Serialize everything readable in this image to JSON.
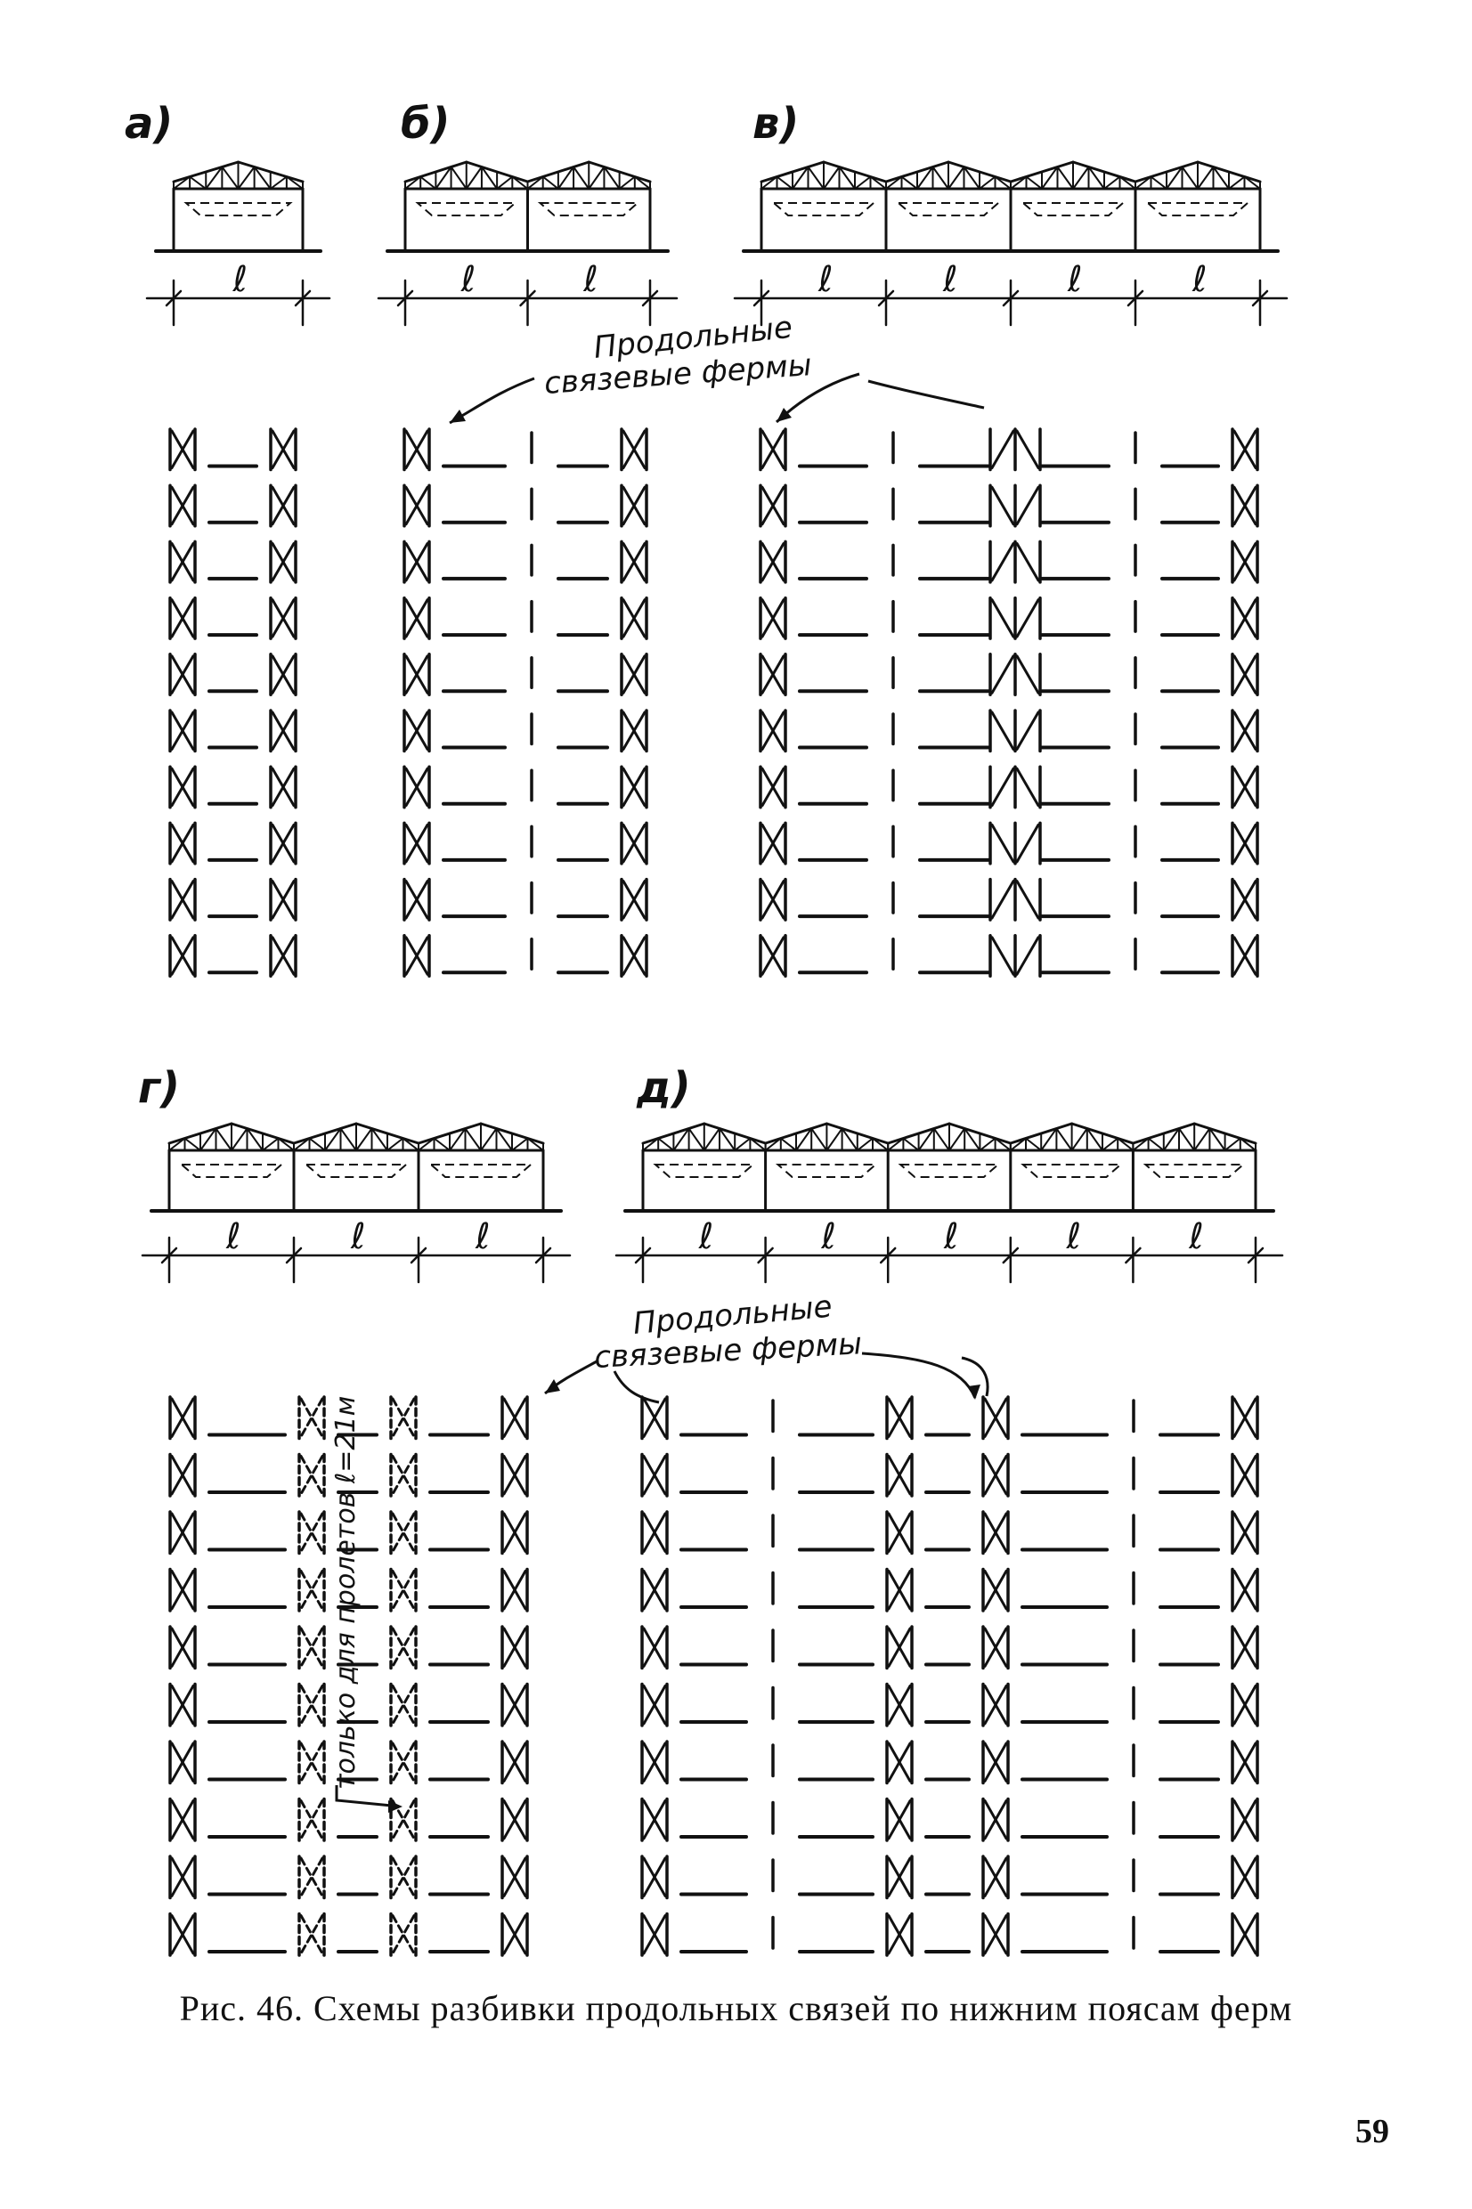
{
  "figure": {
    "caption": "Рис. 46. Схемы разбивки продольных связей по нижним поясам ферм",
    "page_number": "59",
    "span_symbol": "ℓ",
    "panels": [
      {
        "id": "a",
        "label": "а)",
        "spans": 1,
        "rows": 10,
        "bays": [
          "x",
          "x"
        ]
      },
      {
        "id": "b",
        "label": "б)",
        "spans": 2,
        "rows": 10,
        "bays": [
          "x",
          "n",
          "x"
        ]
      },
      {
        "id": "v",
        "label": "в)",
        "spans": 4,
        "rows": 10,
        "bays": [
          "x",
          "n",
          "z",
          "n",
          "x"
        ]
      },
      {
        "id": "g",
        "label": "г)",
        "spans": 3,
        "rows": 10,
        "bays": [
          "x",
          "d",
          "d",
          "x"
        ]
      },
      {
        "id": "d",
        "label": "д)",
        "spans": 5,
        "rows": 10,
        "bays": [
          "x",
          "n",
          "x",
          "x",
          "n",
          "x"
        ]
      }
    ],
    "annotations": {
      "longitudinal_trusses_line1": "Продольные",
      "longitudinal_trusses_line2": "связевые фермы",
      "only_for_spans": "только для пролетов ℓ=21м"
    }
  }
}
